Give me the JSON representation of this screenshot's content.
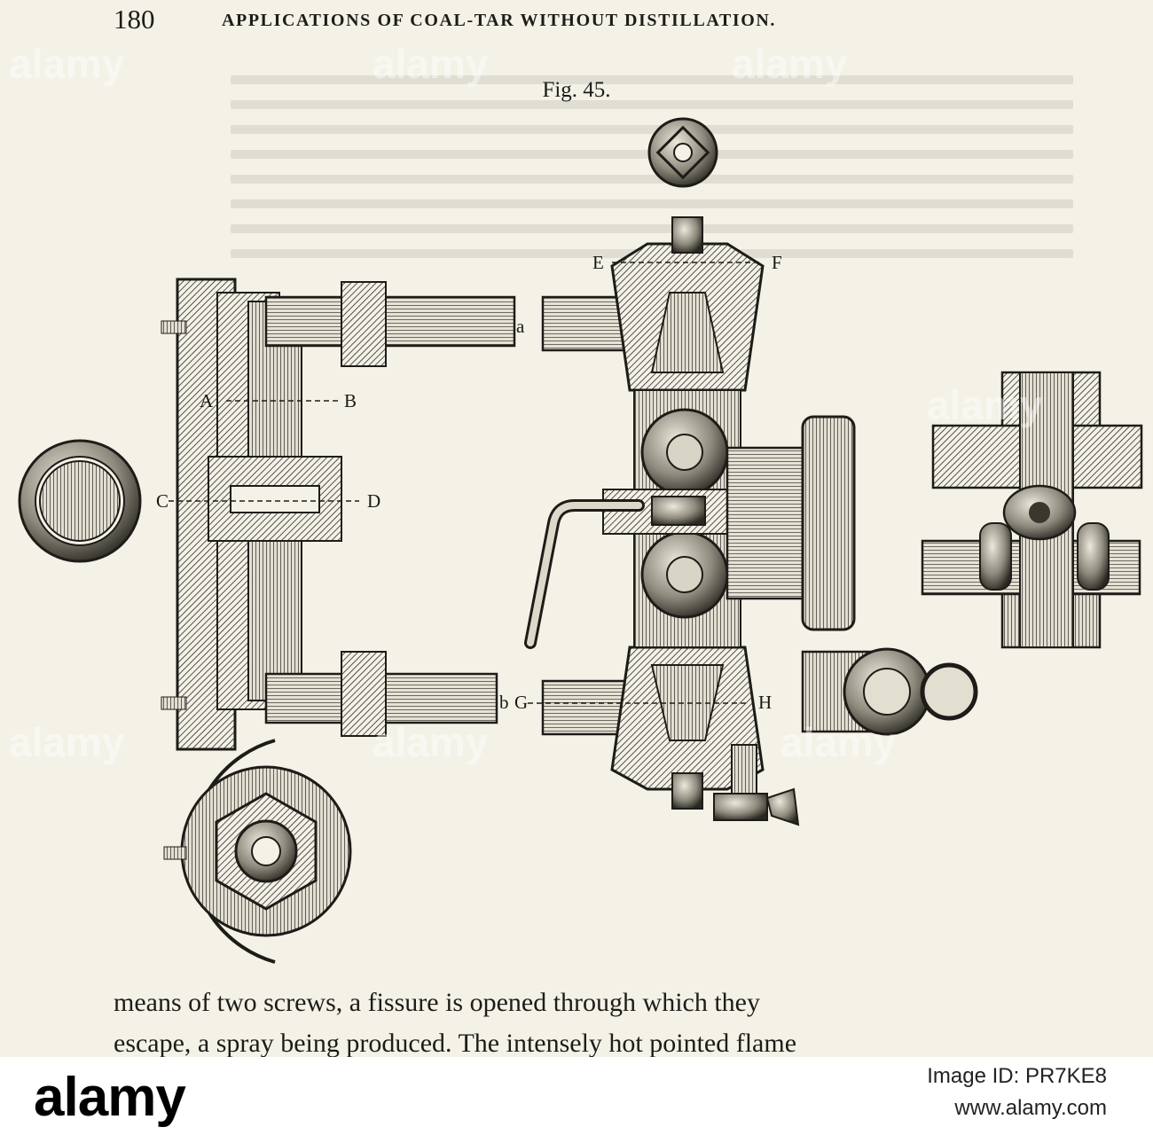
{
  "header": {
    "page_number": "180",
    "running_title": "APPLICATIONS OF COAL-TAR WITHOUT DISTILLATION."
  },
  "figure": {
    "caption": "Fig. 45.",
    "labels": {
      "a": "a",
      "b": "b",
      "A": "A",
      "B": "B",
      "C": "C",
      "D": "D",
      "E": "E",
      "F": "F",
      "G": "G",
      "H": "H"
    }
  },
  "body": {
    "line1": "means of two screws, a fissure is opened through which they",
    "line2": "escape, a spray being produced. The intensely hot pointed flame"
  },
  "footer": {
    "logo": "alamy",
    "image_id": "Image ID: PR7KE8",
    "url": "www.alamy.com"
  },
  "watermark": "alamy",
  "colors": {
    "paper": "#f4f2e7",
    "ink": "#1e1c18",
    "banner": "#ffffff"
  }
}
